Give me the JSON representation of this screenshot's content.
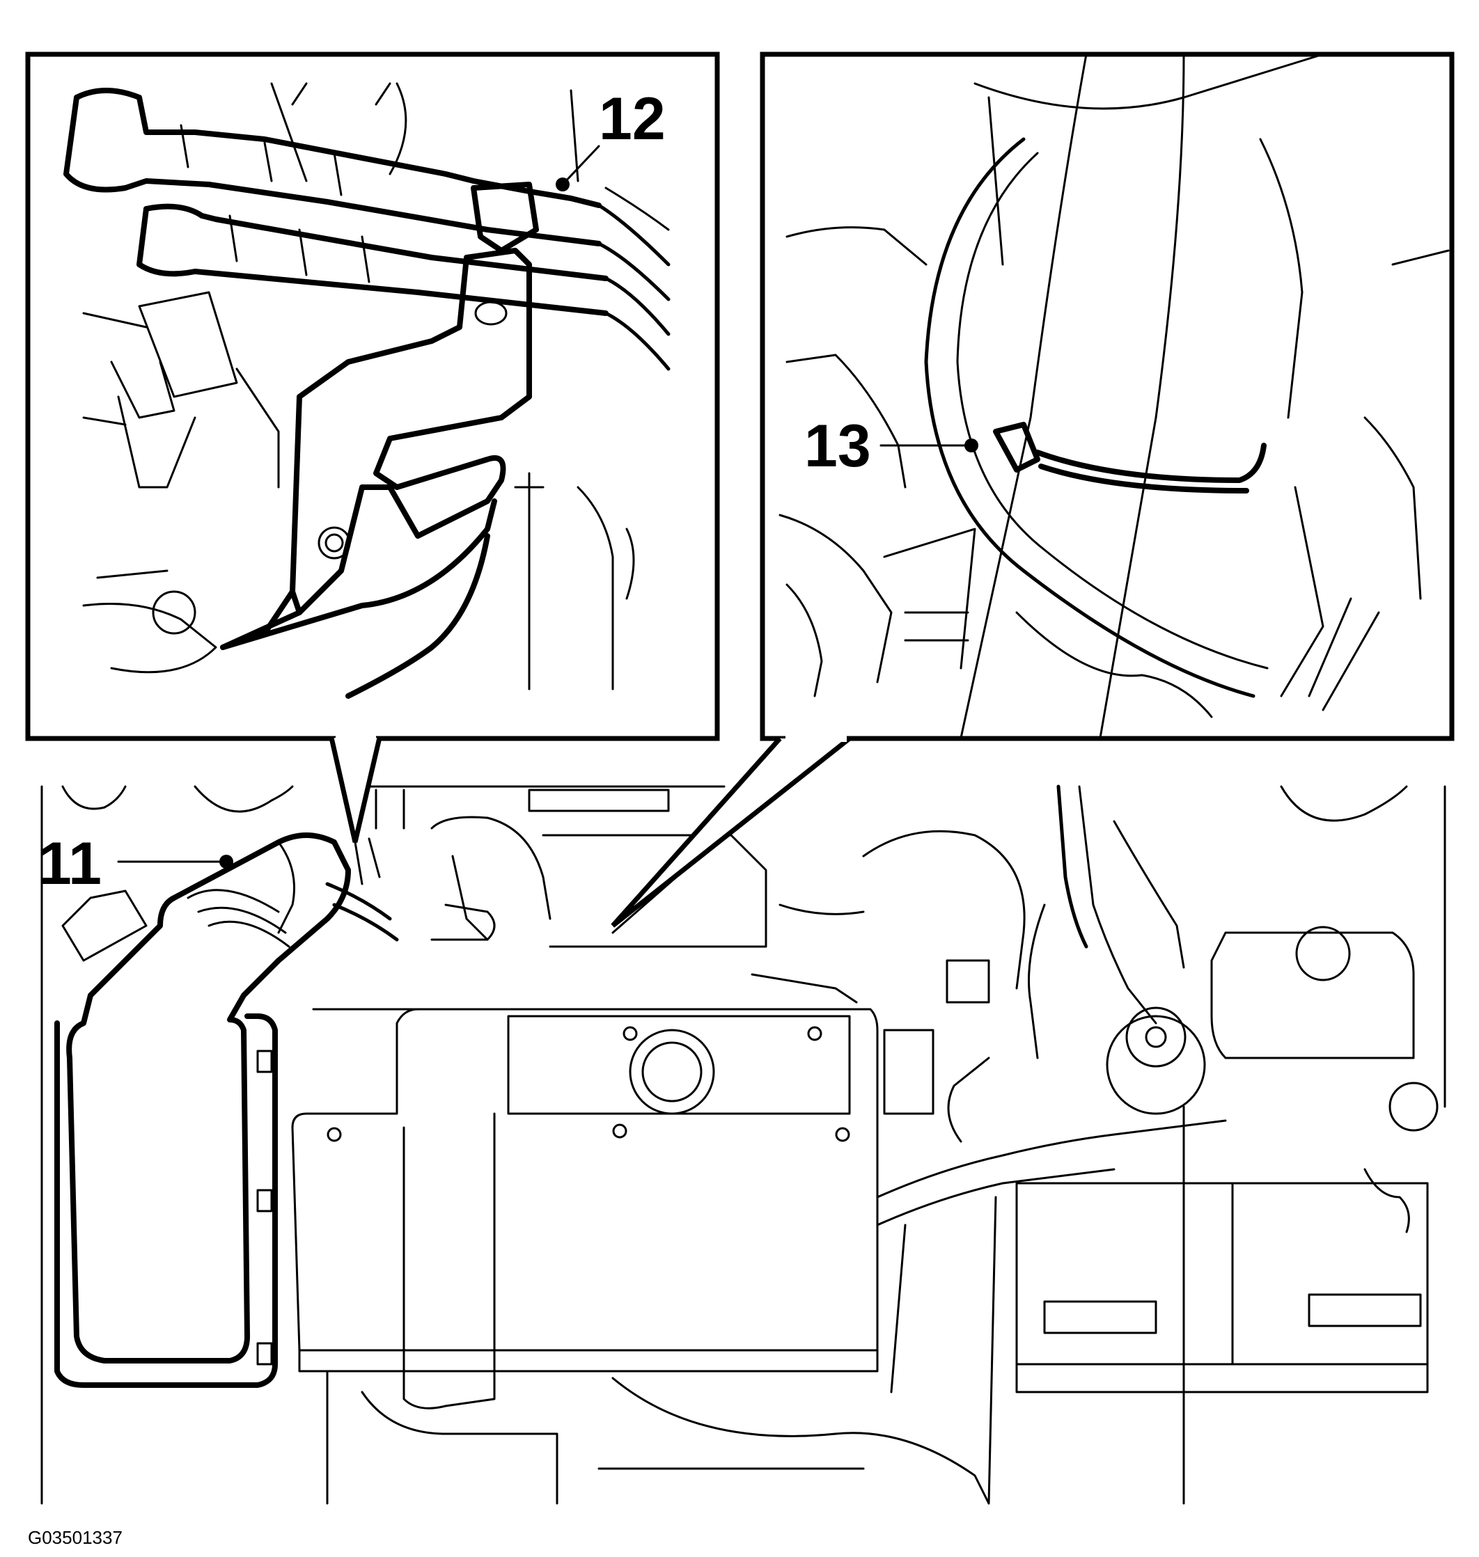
{
  "callouts": [
    {
      "id": "11",
      "label": "11"
    },
    {
      "id": "12",
      "label": "12"
    },
    {
      "id": "13",
      "label": "13"
    }
  ],
  "reference_code": "G03501337",
  "colors": {
    "line": "#000000",
    "background": "#ffffff"
  }
}
